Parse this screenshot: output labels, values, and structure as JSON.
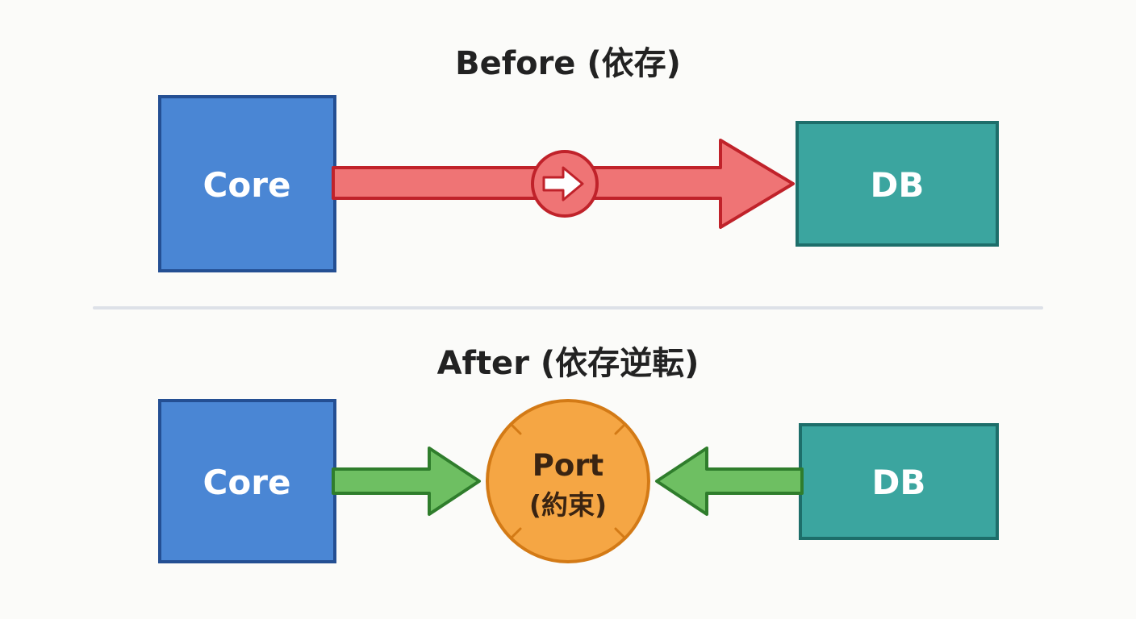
{
  "before": {
    "title": "Before (依存)",
    "core_label": "Core",
    "db_label": "DB"
  },
  "after": {
    "title": "After (依存逆転)",
    "core_label": "Core",
    "db_label": "DB",
    "port_label": "Port",
    "port_sublabel": "(約束)"
  },
  "colors": {
    "background": "#fbfbf9",
    "core_fill": "#4a86d4",
    "core_stroke": "#244f93",
    "db_fill": "#3ba59f",
    "db_stroke": "#1d6e6a",
    "dependency_arrow_fill": "#ef7475",
    "dependency_arrow_stroke": "#c0222a",
    "inverted_arrow_fill": "#6ebf62",
    "inverted_arrow_stroke": "#2f7d2c",
    "port_fill": "#f5a644",
    "port_stroke": "#d37a16",
    "divider": "#dde1e8"
  }
}
